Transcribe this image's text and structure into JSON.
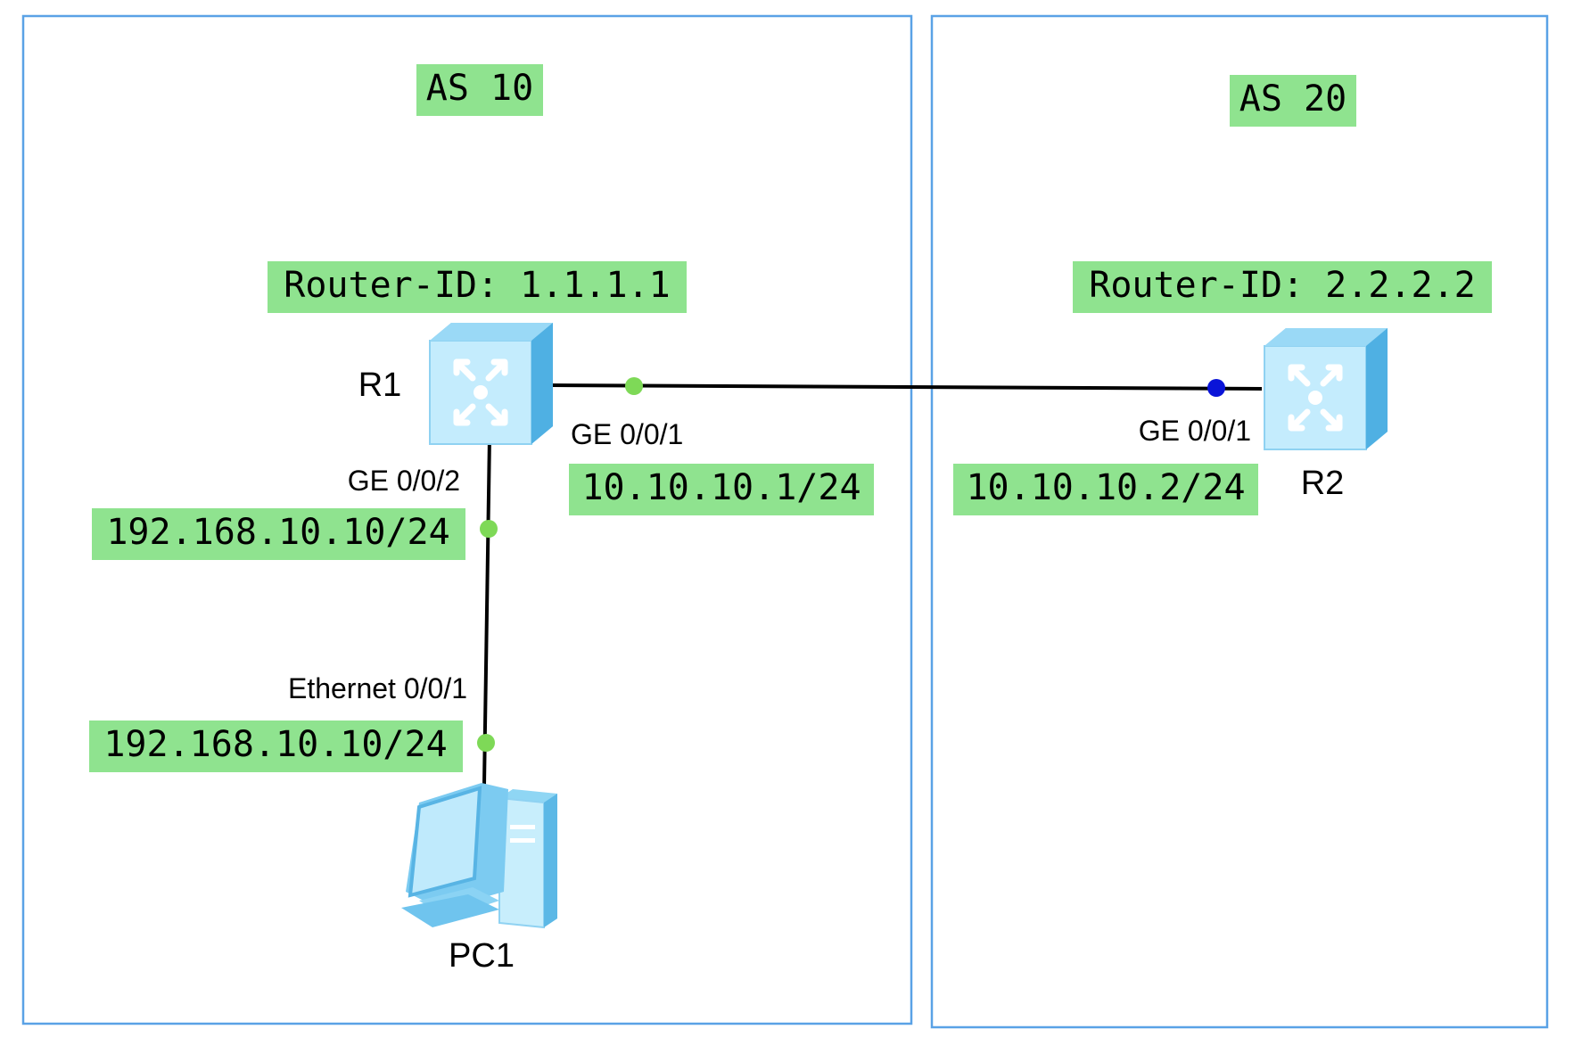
{
  "colors": {
    "as_border": "#5aa2e6",
    "label_highlight": "#8fe38f",
    "port_dot_up": "#7ed957",
    "port_dot_r2": "#0a14d8",
    "device_face": "#bfeafc",
    "device_side": "#6fc4ee"
  },
  "as_10": {
    "label": "AS 10"
  },
  "as_20": {
    "label": "AS 20"
  },
  "r1": {
    "name": "R1",
    "icon": "router-icon",
    "router_id": "Router-ID: 1.1.1.1",
    "ge001": {
      "port": "GE 0/0/1",
      "ip": "10.10.10.1/24"
    },
    "ge002": {
      "port": "GE 0/0/2",
      "ip": "192.168.10.10/24"
    }
  },
  "r2": {
    "name": "R2",
    "icon": "router-icon",
    "router_id": "Router-ID: 2.2.2.2",
    "ge001": {
      "port": "GE 0/0/1",
      "ip": "10.10.10.2/24"
    }
  },
  "pc1": {
    "name": "PC1",
    "icon": "pc-icon",
    "eth": {
      "port": "Ethernet 0/0/1",
      "ip": "192.168.10.10/24"
    }
  }
}
